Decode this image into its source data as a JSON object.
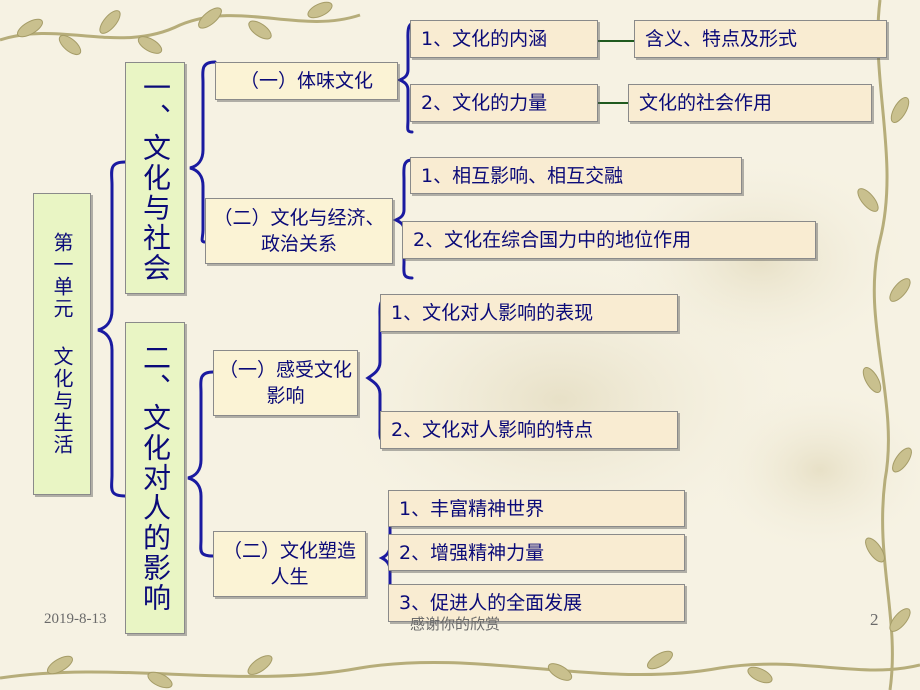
{
  "root": {
    "label": "第一单元 文化与生活"
  },
  "sections": [
    {
      "label": "一、文化与社会"
    },
    {
      "label": "二、文化对人的影响"
    }
  ],
  "subsections": [
    {
      "label": "（一）体味文化"
    },
    {
      "label": "（二）文化与经济、政治关系"
    },
    {
      "label": "（一）感受文化影响"
    },
    {
      "label": "（二）文化塑造人生"
    }
  ],
  "points": [
    {
      "label": "1、文化的内涵"
    },
    {
      "label": "2、文化的力量"
    },
    {
      "label": "1、相互影响、相互交融"
    },
    {
      "label": "2、文化在综合国力中的地位作用"
    },
    {
      "label": "1、文化对人影响的表现"
    },
    {
      "label": "2、文化对人影响的特点"
    },
    {
      "label": "1、丰富精神世界"
    },
    {
      "label": "2、增强精神力量"
    },
    {
      "label": "3、促进人的全面发展"
    }
  ],
  "details": [
    {
      "label": "含义、特点及形式"
    },
    {
      "label": "文化的社会作用"
    }
  ],
  "footer": {
    "date": "2019-8-13",
    "thanks": "感谢你的欣赏",
    "page": "2"
  },
  "colors": {
    "text": "#0a0a78",
    "bracket": "#1a1aa0",
    "connector": "#1f5a1f"
  }
}
